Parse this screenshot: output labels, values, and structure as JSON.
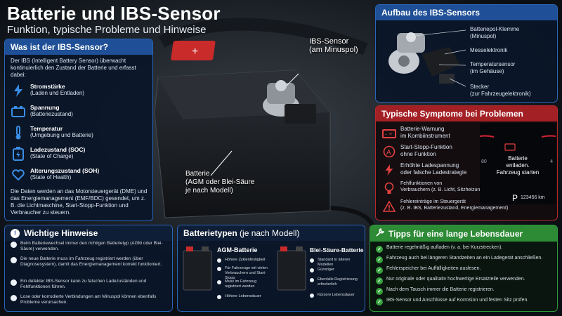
{
  "title": "Batterie und IBS-Sensor",
  "subtitle": "Funktion, typische Probleme und Hinweise",
  "what": {
    "heading": "Was ist der IBS-Sensor?",
    "intro": "Der IBS (Intelligent Battery Sensor) überwacht kontinuierlich den Zustand der Batterie und erfasst dabei:",
    "items": [
      {
        "title": "Stromstärke",
        "desc": "(Laden und Entladen)",
        "icon": "lightning-icon"
      },
      {
        "title": "Spannung",
        "desc": "(Batteriezustand)",
        "icon": "battery-icon"
      },
      {
        "title": "Temperatur",
        "desc": "(Umgebung und Batterie)",
        "icon": "thermometer-icon"
      },
      {
        "title": "Ladezustand (SOC)",
        "desc": "(State of Charge)",
        "icon": "charge-battery-icon"
      },
      {
        "title": "Alterungszustand (SOH)",
        "desc": "(State of Health)",
        "icon": "heart-icon"
      }
    ],
    "outro": "Die Daten werden an das Motorsteuergerät (DME) und das Energiemanagement (EMF/BDC) gesendet, um z. B. die Lichtmaschine, Start-Stopp-Funktion und Verbraucher zu steuern."
  },
  "photo": {
    "ibs_label": "IBS-Sensor\n(am Minuspol)",
    "battery_label": "Batterie\n(AGM oder Blei-Säure\nje nach Modell)"
  },
  "aufbau": {
    "heading": "Aufbau des IBS-Sensors",
    "labels": [
      "Batteriepol-Klemme\n(Minuspol)",
      "Messelektronik",
      "Temperatursensor\n(im Gehäuse)",
      "Stecker\n(zur Fahrzeugelektronik)"
    ]
  },
  "symptoms": {
    "heading": "Typische Symptome bei Problemen",
    "items": [
      {
        "text": "Batterie-Warnung\nim Kombiinstrument",
        "icon": "battery-warning-icon"
      },
      {
        "text": "Start-Stopp-Funktion\nohne Funktion",
        "icon": "start-stop-icon"
      },
      {
        "text": "Erhöhte Ladespannung\noder falsche Ladestrategie",
        "icon": "lightning-icon"
      },
      {
        "text": "Fehlfunktionen von\nVerbrauchern (z. B. Licht, Sitzheizung)",
        "icon": "bulb-icon"
      },
      {
        "text": "Fehlereinträge im Steuergerät\n(z. B. IBS, Batteriezustand, Energiemanagement)",
        "icon": "warning-triangle-icon"
      }
    ],
    "cluster": {
      "msg": "Batterie\nentladen.\nFahrzeug starten",
      "gear": "P",
      "odo": "123456 km",
      "tick80": "80",
      "tick4": "4"
    }
  },
  "hints": {
    "heading": "Wichtige Hinweise",
    "items": [
      "Beim Batteriewechsel immer den richtigen Batterietyp (AGM oder Blei-Säure) verwenden.",
      "Die neue Batterie muss im Fahrzeug registriert werden (über Diagnosesystem), damit das Energiemanagement korrekt funktioniert.",
      "Ein defekter IBS-Sensor kann zu falschen Ladezuständen und Fehlfunktionen führen.",
      "Lose oder korrodierte Verbindungen am Minuspol können ebenfalls Probleme verursachen."
    ]
  },
  "types": {
    "heading": "Batterietypen",
    "heading_sub": "(je nach Modell)",
    "agm": {
      "name": "AGM-Batterie",
      "items": [
        "Höhere Zyklenfestigkeit",
        "Für Fahrzeuge mit vielen Verbrauchern und Start-Stopp",
        "Muss im Fahrzeug registriert werden",
        "Höhere Lebensdauer"
      ]
    },
    "lead": {
      "name": "Blei-Säure-Batterie",
      "items": [
        "Standard in älteren Modellen",
        "Günstiger",
        "Ebenfalls Registrierung erforderlich",
        "Kürzere Lebensdauer"
      ]
    }
  },
  "tips": {
    "heading": "Tipps für eine lange Lebensdauer",
    "items": [
      "Batterie regelmäßig aufladen (v. a. bei Kurzstrecken).",
      "Fahrzeug auch bei längeren Standzeiten an ein Ladegerät anschließen.",
      "Fehlerspeicher bei Auffälligkeiten auslesen.",
      "Nur originale oder qualitativ hochwertige Ersatzteile verwenden.",
      "Nach dem Tausch immer die Batterie registrieren.",
      "IBS-Sensor und Anschlüsse auf Korrosion und festen Sitz prüfen."
    ]
  },
  "colors": {
    "blue": "#1f4f96",
    "red": "#a32025",
    "green": "#2d8a35",
    "accent": "#3a8ee6"
  }
}
